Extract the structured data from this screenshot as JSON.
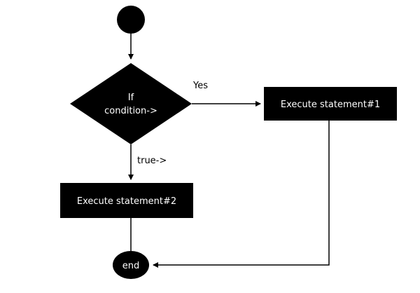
{
  "diagram": {
    "nodes": {
      "condition": {
        "line1": "If",
        "line2": "condition->"
      },
      "statement1": {
        "label": "Execute statement#1"
      },
      "statement2": {
        "label": "Execute statement#2"
      },
      "end": {
        "label": "end"
      }
    },
    "edges": {
      "yes_label": "Yes",
      "true_label": "true->"
    },
    "colors": {
      "node_fill": "#000000",
      "node_text": "#ffffff",
      "line": "#000000",
      "background": "#ffffff"
    }
  }
}
